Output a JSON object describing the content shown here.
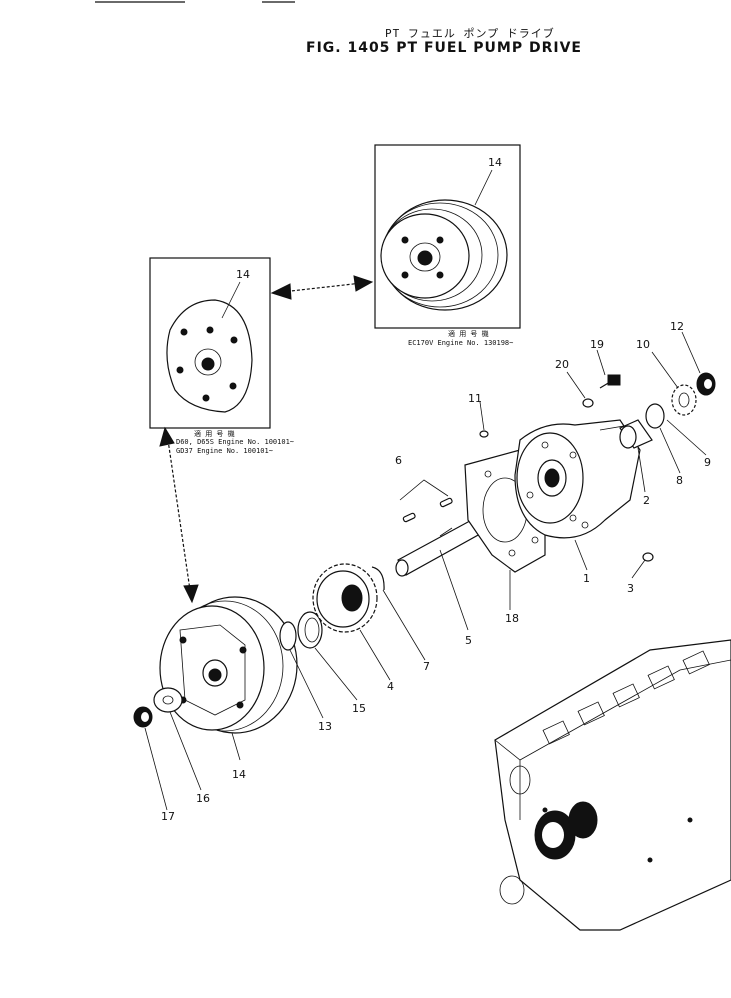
{
  "header": {
    "subtitle_jp": "PT フュエル ポンプ ドライブ",
    "title": "FIG. 1405  PT FUEL PUMP DRIVE"
  },
  "callouts": {
    "box_top_serial": [
      "適 用 号 機",
      "EC170V Engine No. 130198~"
    ],
    "box_left_serial": [
      "適 用 号 機",
      "D60, D65S Engine No. 100101~",
      "GD37 Engine No. 100101~"
    ]
  },
  "parts": {
    "p1": "1",
    "p2": "2",
    "p3": "3",
    "p4": "4",
    "p5": "5",
    "p6": "6",
    "p7": "7",
    "p8": "8",
    "p9": "9",
    "p10": "10",
    "p11": "11",
    "p12": "12",
    "p13": "13",
    "p14_top": "14",
    "p14_left": "14",
    "p14_main": "14",
    "p15": "15",
    "p16": "16",
    "p17": "17",
    "p18": "18",
    "p19": "19",
    "p20": "20"
  }
}
